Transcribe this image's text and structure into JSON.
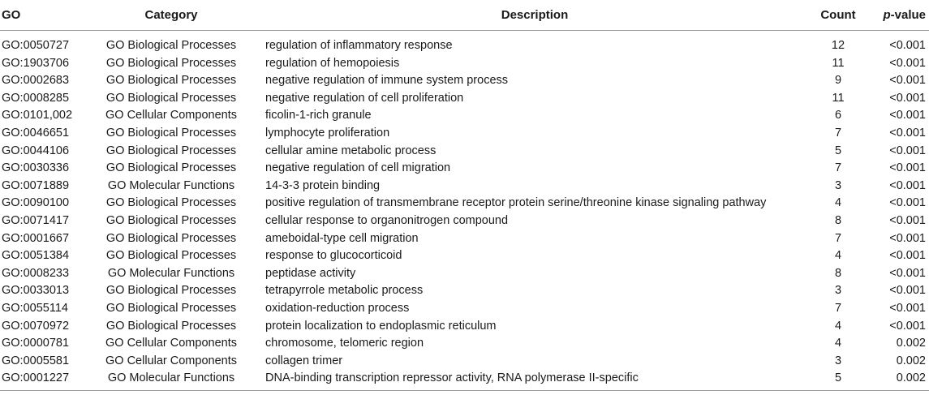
{
  "headers": {
    "go": "GO",
    "category": "Category",
    "description": "Description",
    "count": "Count",
    "pvalue_prefix": "p",
    "pvalue_suffix": "-value"
  },
  "rows": [
    {
      "go": "GO:0050727",
      "category": "GO Biological Processes",
      "description": "regulation of inflammatory response",
      "count": "12",
      "pvalue": "<0.001"
    },
    {
      "go": "GO:1903706",
      "category": "GO Biological Processes",
      "description": "regulation of hemopoiesis",
      "count": "11",
      "pvalue": "<0.001"
    },
    {
      "go": "GO:0002683",
      "category": "GO Biological Processes",
      "description": "negative regulation of immune system process",
      "count": "9",
      "pvalue": "<0.001"
    },
    {
      "go": "GO:0008285",
      "category": "GO Biological Processes",
      "description": "negative regulation of cell proliferation",
      "count": "11",
      "pvalue": "<0.001"
    },
    {
      "go": "GO:0101,002",
      "category": "GO Cellular Components",
      "description": "ficolin-1-rich granule",
      "count": "6",
      "pvalue": "<0.001"
    },
    {
      "go": "GO:0046651",
      "category": "GO Biological Processes",
      "description": "lymphocyte proliferation",
      "count": "7",
      "pvalue": "<0.001"
    },
    {
      "go": "GO:0044106",
      "category": "GO Biological Processes",
      "description": "cellular amine metabolic process",
      "count": "5",
      "pvalue": "<0.001"
    },
    {
      "go": "GO:0030336",
      "category": "GO Biological Processes",
      "description": "negative regulation of cell migration",
      "count": "7",
      "pvalue": "<0.001"
    },
    {
      "go": "GO:0071889",
      "category": "GO Molecular Functions",
      "description": "14-3-3 protein binding",
      "count": "3",
      "pvalue": "<0.001"
    },
    {
      "go": "GO:0090100",
      "category": "GO Biological Processes",
      "description": "positive regulation of transmembrane receptor protein serine/threonine kinase signaling pathway",
      "count": "4",
      "pvalue": "<0.001"
    },
    {
      "go": "GO:0071417",
      "category": "GO Biological Processes",
      "description": "cellular response to organonitrogen compound",
      "count": "8",
      "pvalue": "<0.001"
    },
    {
      "go": "GO:0001667",
      "category": "GO Biological Processes",
      "description": "ameboidal-type cell migration",
      "count": "7",
      "pvalue": "<0.001"
    },
    {
      "go": "GO:0051384",
      "category": "GO Biological Processes",
      "description": "response to glucocorticoid",
      "count": "4",
      "pvalue": "<0.001"
    },
    {
      "go": "GO:0008233",
      "category": "GO Molecular Functions",
      "description": "peptidase activity",
      "count": "8",
      "pvalue": "<0.001"
    },
    {
      "go": "GO:0033013",
      "category": "GO Biological Processes",
      "description": "tetrapyrrole metabolic process",
      "count": "3",
      "pvalue": "<0.001"
    },
    {
      "go": "GO:0055114",
      "category": "GO Biological Processes",
      "description": "oxidation-reduction process",
      "count": "7",
      "pvalue": "<0.001"
    },
    {
      "go": "GO:0070972",
      "category": "GO Biological Processes",
      "description": "protein localization to endoplasmic reticulum",
      "count": "4",
      "pvalue": "<0.001"
    },
    {
      "go": "GO:0000781",
      "category": "GO Cellular Components",
      "description": "chromosome, telomeric region",
      "count": "4",
      "pvalue": "0.002"
    },
    {
      "go": "GO:0005581",
      "category": "GO Cellular Components",
      "description": "collagen trimer",
      "count": "3",
      "pvalue": "0.002"
    },
    {
      "go": "GO:0001227",
      "category": "GO Molecular Functions",
      "description": "DNA-binding transcription repressor activity, RNA polymerase II-specific",
      "count": "5",
      "pvalue": "0.002"
    }
  ]
}
